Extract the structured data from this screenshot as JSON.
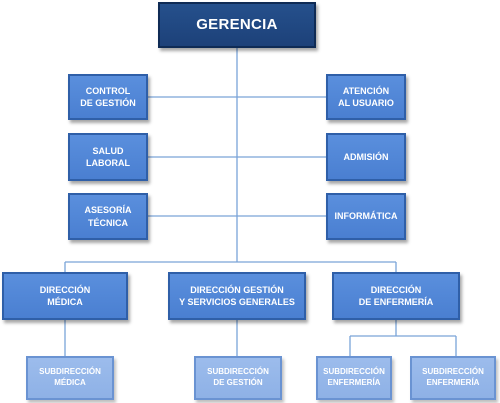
{
  "org_chart": {
    "top": "GERENCIA",
    "staff_left": [
      "CONTROL\nDE GESTIÓN",
      "SALUD\nLABORAL",
      "ASESORÍA\nTÉCNICA"
    ],
    "staff_right": [
      "ATENCIÓN\nAL USUARIO",
      "ADMISIÓN",
      "INFORMÁTICA"
    ],
    "directions": [
      "DIRECCIÓN\nMÉDICA",
      "DIRECCIÓN GESTIÓN\nY SERVICIOS GENERALES",
      "DIRECCIÓN\nDE ENFERMERÍA"
    ],
    "subdirections": [
      "SUBDIRECCIÓN\nMÉDICA",
      "SUBDIRECCIÓN\nDE GESTIÓN",
      "SUBDIRECCIÓN\nENFERMERÍA",
      "SUBDIRECCIÓN\nENFERMERÍA"
    ]
  },
  "colors": {
    "top_fill": "#1f4580",
    "box_fill": "#4f86d6",
    "sub_fill": "#93b5e8",
    "connector": "#7aa3d8"
  }
}
